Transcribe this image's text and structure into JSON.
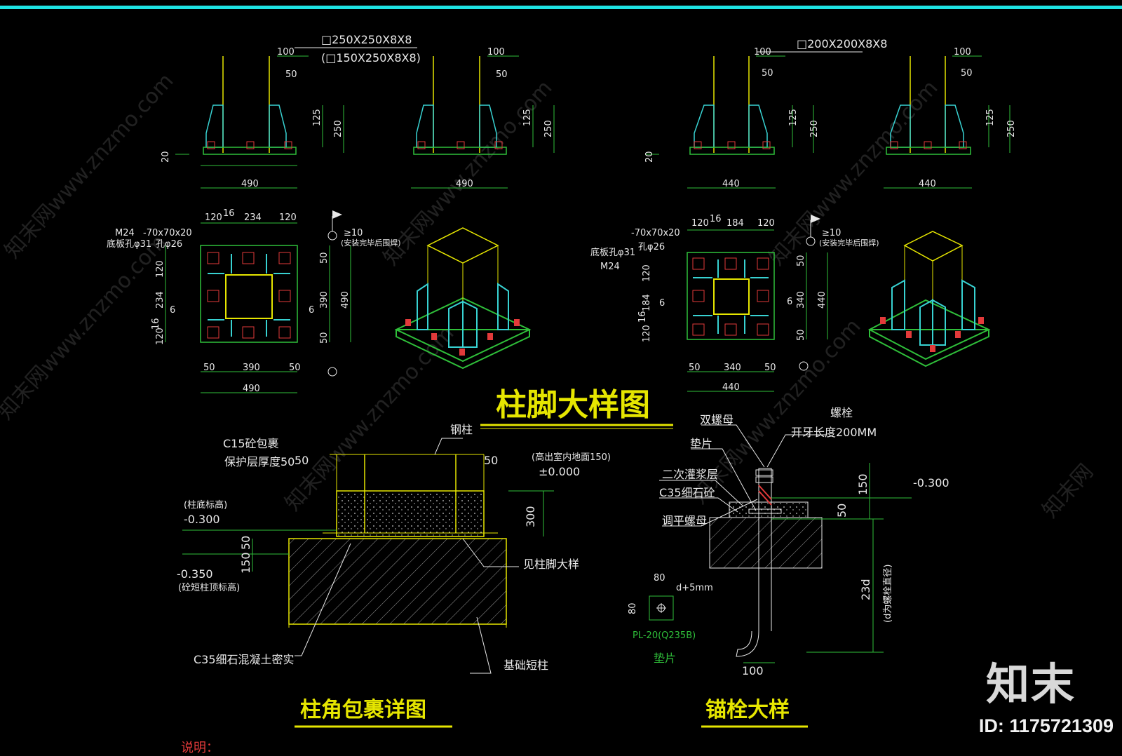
{
  "titles": {
    "column_base": "柱脚大样图",
    "column_wrap": "柱角包裹详图",
    "anchor": "锚栓大样"
  },
  "base_left": {
    "section_note": "□250X250X8X8",
    "section_note_alt": "(□150X250X8X8)",
    "dims": {
      "d100": "100",
      "d50": "50",
      "d125": "125",
      "d250": "250",
      "d20": "20",
      "d490": "490"
    },
    "plan": {
      "top_dims": [
        "120",
        "16",
        "234",
        "120"
      ],
      "bolt": "M24",
      "hole": "底板孔φ31",
      "hole2": "孔φ26",
      "stiff": "-70x70x20",
      "weld": "≥10",
      "weld_note": "(安装完毕后围焊)",
      "weld6": "6",
      "side_dims": [
        "120",
        "234",
        "16",
        "120"
      ],
      "right_dims": [
        "50",
        "390",
        "50",
        "490"
      ],
      "bottom_dims": [
        "50",
        "390",
        "50",
        "490"
      ]
    }
  },
  "base_right": {
    "section_note": "□200X200X8X8",
    "dims": {
      "d100": "100",
      "d50": "50",
      "d125": "125",
      "d250": "250",
      "d20": "20",
      "d440": "440"
    },
    "plan": {
      "top_dims": [
        "120",
        "16",
        "184",
        "120"
      ],
      "bolt": "M24",
      "hole": "底板孔φ31",
      "hole2": "孔φ26",
      "stiff": "-70x70x20",
      "weld": "≥10",
      "weld_note": "(安装完毕后围焊)",
      "weld6": "6",
      "side_dims": [
        "120",
        "184",
        "16",
        "120"
      ],
      "right_dims": [
        "50",
        "340",
        "50",
        "440"
      ],
      "bottom_dims": [
        "50",
        "340",
        "50",
        "440"
      ]
    }
  },
  "wrap": {
    "c15": "C15砼包裹",
    "cover": "保护层厚度50",
    "d50a": "50",
    "d50b": "50",
    "steel": "钢柱",
    "floor_note": "(高出室内地面150)",
    "elev0": "±0.000",
    "d300": "300",
    "base_note": "(柱底标高)",
    "elev_a": "-0.300",
    "d150": "150",
    "d50c": "50",
    "elev_b": "-0.350",
    "pier_note": "(砼短柱顶标高)",
    "see": "见柱脚大样",
    "c35": "C35细石混凝土密实",
    "pier": "基础短柱"
  },
  "anchor": {
    "double_nut": "双螺母",
    "bolt": "螺栓",
    "thread": "开牙长度200MM",
    "washer": "垫片",
    "grout": "二次灌浆层",
    "c35": "C35细石砼",
    "level_nut": "调平螺母",
    "d150": "150",
    "d50": "50",
    "elev": "-0.300",
    "d80a": "80",
    "d80b": "80",
    "hole": "d+5mm",
    "plate": "PL-20(Q235B)",
    "plate_name": "垫片",
    "len": "23d",
    "len_note": "(d为螺栓直径)",
    "d100": "100"
  },
  "notes": {
    "label": "说明："
  },
  "watermarks": [
    "知末网www.znzmo.com",
    "知末网www.znzmo.com",
    "知末网www.znzmo.com",
    "知末网www.znzmo.com",
    "知末网www.znzmo.com",
    "知末网www.znzmo.com",
    "知末网"
  ],
  "brand": {
    "logo": "知末",
    "id": "ID: 1175721309"
  },
  "colors": {
    "bg": "#000000",
    "accent": "#1ee3e3",
    "green": "#2fbf3a",
    "yellow": "#e6e600",
    "cyan": "#38d2d2",
    "red": "#e23a3a",
    "white": "#e8e8e8"
  }
}
